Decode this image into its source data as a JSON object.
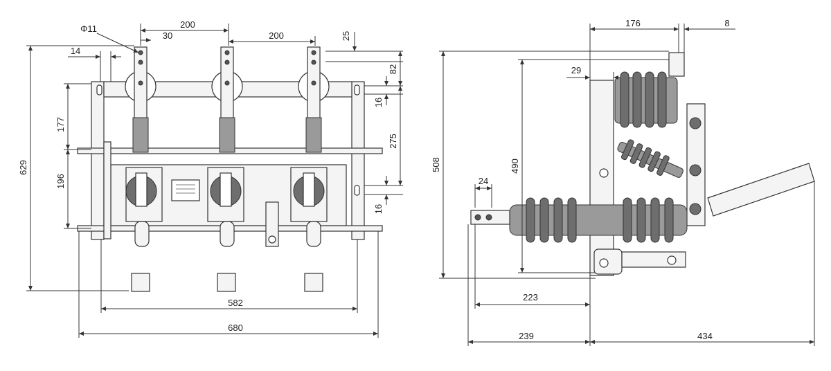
{
  "front_view": {
    "dimensions": {
      "hole_diameter": "Φ11",
      "phase_spacing_1": "200",
      "phase_spacing_2": "200",
      "offset_30": "30",
      "offset_14": "14",
      "top_25": "25",
      "right_82": "82",
      "right_16_top": "16",
      "right_275": "275",
      "right_16_bottom": "16",
      "left_177": "177",
      "left_196": "196",
      "total_height": "629",
      "bottom_582": "582",
      "bottom_680": "680"
    }
  },
  "side_view": {
    "dimensions": {
      "top_176": "176",
      "top_8": "8",
      "left_29": "29",
      "height_508": "508",
      "height_490": "490",
      "terminal_24": "24",
      "bottom_223": "223",
      "bottom_239": "239",
      "bottom_434": "434"
    }
  }
}
